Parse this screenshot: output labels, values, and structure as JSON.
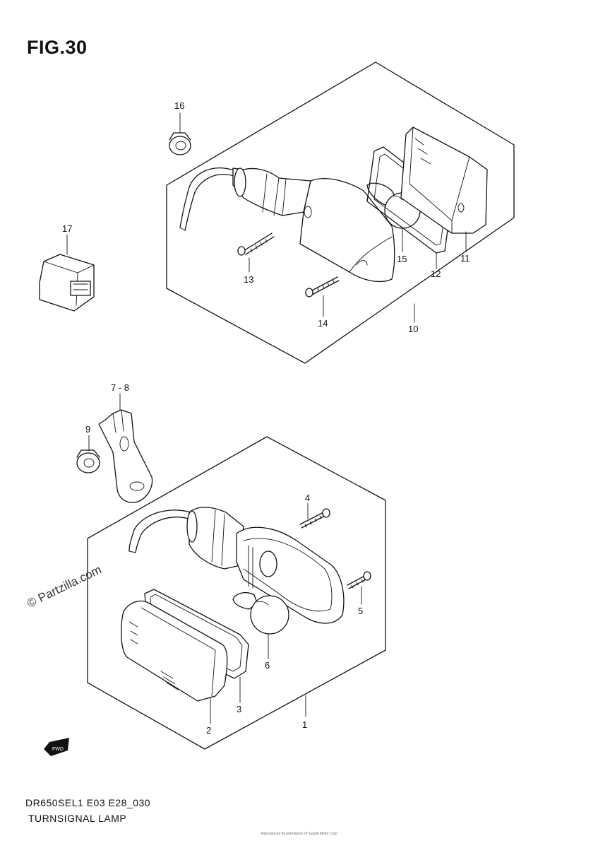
{
  "figure": {
    "title": "FIG.30",
    "model_code": "DR650SEL1 E03 E28_030",
    "caption": "TURNSIGNAL LAMP",
    "watermark": "© Partzilla.com",
    "fine_print": "Reproduced by permission of Suzuki Motor Corp."
  },
  "callouts": {
    "c1": "1",
    "c2": "2",
    "c3": "3",
    "c4": "4",
    "c5": "5",
    "c6": "6",
    "c78": "7 - 8",
    "c9": "9",
    "c10": "10",
    "c11": "11",
    "c12": "12",
    "c13": "13",
    "c14": "14",
    "c15": "15",
    "c16": "16",
    "c17": "17"
  },
  "badge": {
    "label": "FWD"
  }
}
